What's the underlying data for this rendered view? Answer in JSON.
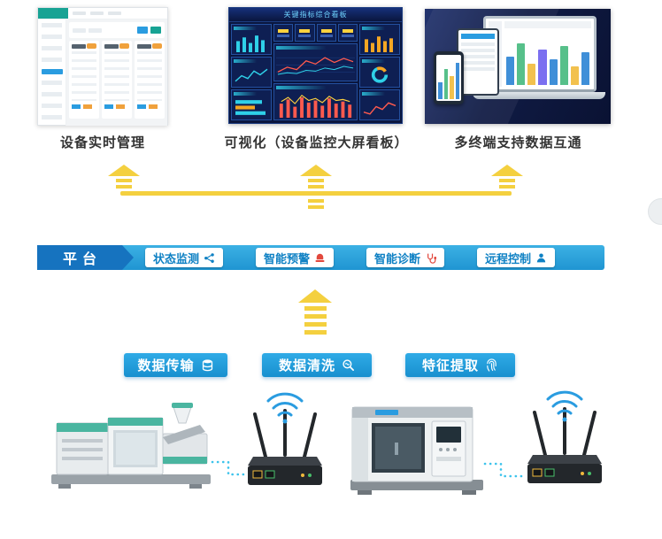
{
  "screens": {
    "admin": {
      "caption": "设备实时管理"
    },
    "bigscreen": {
      "caption": "可视化（设备监控大屏看板）",
      "title": "关键指标综合看板"
    },
    "devices": {
      "caption": "多终端支持数据互通"
    }
  },
  "platform": {
    "label": "平台",
    "buttons": [
      {
        "label": "状态监测",
        "icon": "network-nodes-icon"
      },
      {
        "label": "智能预警",
        "icon": "alarm-icon"
      },
      {
        "label": "智能诊断",
        "icon": "stethoscope-icon"
      },
      {
        "label": "远程控制",
        "icon": "operator-icon"
      }
    ]
  },
  "pipeline": {
    "steps": [
      {
        "label": "数据传输",
        "icon": "database-icon"
      },
      {
        "label": "数据清洗",
        "icon": "magnifier-wave-icon"
      },
      {
        "label": "特征提取",
        "icon": "fingerprint-icon"
      }
    ]
  },
  "hardware": {
    "left_machine": "injection-molding-machine",
    "right_machine": "cnc-machine",
    "gateways": [
      "gateway-device-left",
      "gateway-device-right"
    ]
  },
  "colors": {
    "accent_blue": "#1e9fe0",
    "deep_blue": "#1673bf",
    "arrow_yellow": "#f4d03f",
    "alert_red": "#e2483d",
    "screen_navy": "#0a163e",
    "wifi_blue": "#2a9ce0",
    "machine_green": "#4ab5a0"
  }
}
